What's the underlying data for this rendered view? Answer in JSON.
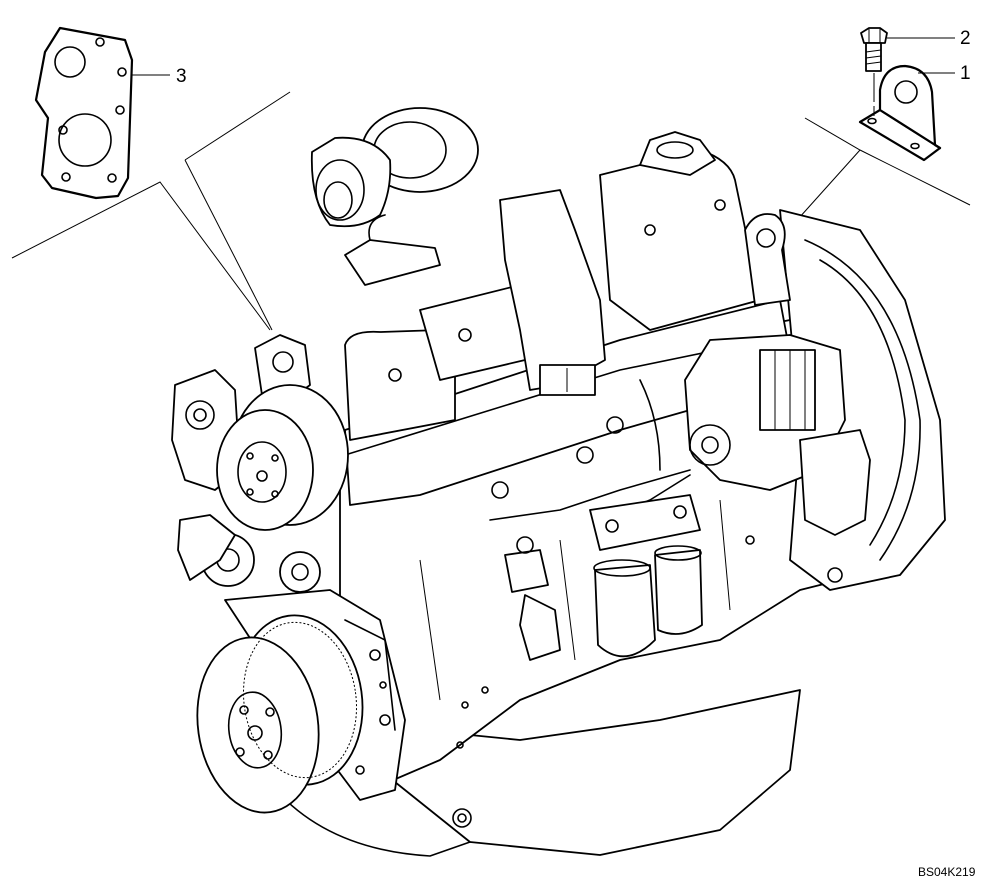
{
  "callouts": [
    {
      "id": "1",
      "label": "1"
    },
    {
      "id": "2",
      "label": "2"
    },
    {
      "id": "3",
      "label": "3"
    }
  ],
  "drawing_ref": "BS04K219",
  "parts": {
    "gasket": "gasket",
    "bolt": "bolt",
    "bracket": "bracket",
    "engine": "engine"
  }
}
